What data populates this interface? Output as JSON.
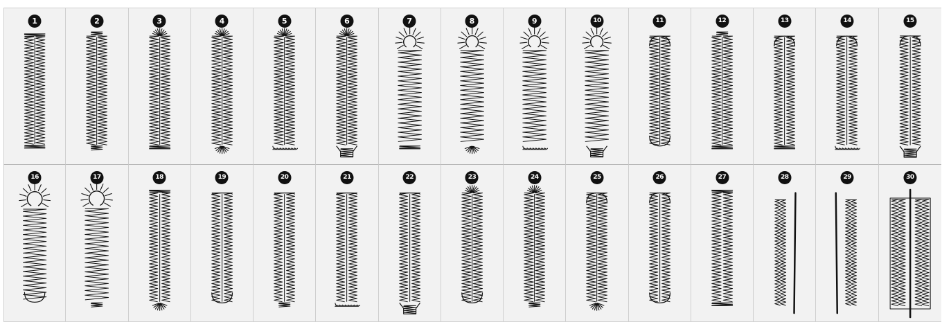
{
  "stitches": [
    {
      "number": "1",
      "top": "bartack",
      "bottom": "bartack",
      "cut": "line"
    },
    {
      "number": "2",
      "top": "narrow",
      "bottom": "narrow",
      "cut": "line"
    },
    {
      "number": "3",
      "top": "eye-small",
      "bottom": "bartack",
      "cut": "line"
    },
    {
      "number": "4",
      "top": "eye-small",
      "bottom": "eye-small",
      "cut": "line"
    },
    {
      "number": "5",
      "top": "eye-small",
      "bottom": "wavy",
      "cut": "line"
    },
    {
      "number": "6",
      "top": "eye-small",
      "bottom": "taper",
      "cut": "line"
    },
    {
      "number": "7",
      "top": "keyhole",
      "bottom": "bartack",
      "cut": "none"
    },
    {
      "number": "8",
      "top": "keyhole",
      "bottom": "eye-small",
      "cut": "none"
    },
    {
      "number": "9",
      "top": "keyhole",
      "bottom": "wavy",
      "cut": "none"
    },
    {
      "number": "10",
      "top": "keyhole",
      "bottom": "taper",
      "cut": "none"
    },
    {
      "number": "11",
      "top": "round",
      "bottom": "round",
      "cut": "line"
    },
    {
      "number": "12",
      "top": "narrow",
      "bottom": "bartack",
      "cut": "line"
    },
    {
      "number": "13",
      "top": "round",
      "bottom": "bartack",
      "cut": "open"
    },
    {
      "number": "14",
      "top": "round",
      "bottom": "wavy",
      "cut": "open"
    },
    {
      "number": "15",
      "top": "round",
      "bottom": "taper",
      "cut": "open"
    },
    {
      "number": "16",
      "top": "keyhole-big",
      "bottom": "round",
      "cut": "none"
    },
    {
      "number": "17",
      "top": "keyhole-big",
      "bottom": "narrow",
      "cut": "none"
    },
    {
      "number": "18",
      "top": "bartack",
      "bottom": "eye-small",
      "cut": "open"
    },
    {
      "number": "19",
      "top": "square",
      "bottom": "round",
      "cut": "open"
    },
    {
      "number": "20",
      "top": "square",
      "bottom": "narrow",
      "cut": "open"
    },
    {
      "number": "21",
      "top": "square",
      "bottom": "wavy",
      "cut": "open"
    },
    {
      "number": "22",
      "top": "square",
      "bottom": "taper",
      "cut": "open"
    },
    {
      "number": "23",
      "top": "eye-small",
      "bottom": "round",
      "cut": "line"
    },
    {
      "number": "24",
      "top": "eye-small",
      "bottom": "narrow",
      "cut": "line"
    },
    {
      "number": "25",
      "top": "round",
      "bottom": "eye-small",
      "cut": "line"
    },
    {
      "number": "26",
      "top": "round",
      "bottom": "round",
      "cut": "open"
    },
    {
      "number": "27",
      "top": "bartack",
      "bottom": "bartack",
      "cut": "none"
    },
    {
      "number": "28",
      "top": "bar-left",
      "bottom": "bar-left",
      "cut": "none"
    },
    {
      "number": "29",
      "top": "bar-right",
      "bottom": "bar-right",
      "cut": "none"
    },
    {
      "number": "30",
      "top": "double",
      "bottom": "double",
      "cut": "none"
    }
  ],
  "colors": {
    "cell_bg": "#f2f2f2",
    "grid_line": "#cfcfcf",
    "badge_bg": "#111111",
    "badge_text": "#ffffff",
    "stitch": "#111111"
  }
}
